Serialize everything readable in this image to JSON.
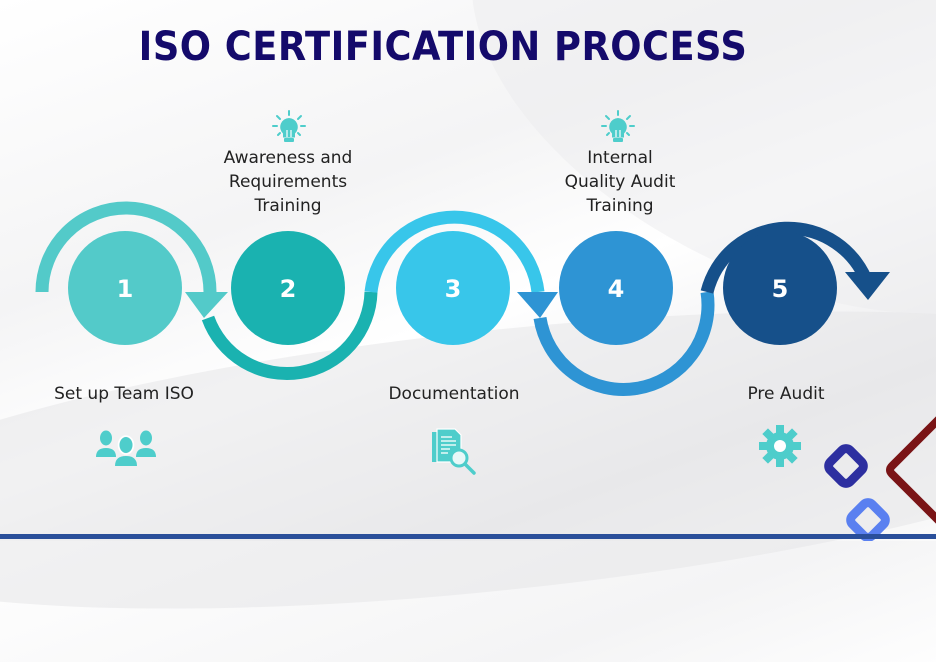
{
  "title": "ISO CERTIFICATION PROCESS",
  "steps": [
    {
      "number": "1",
      "label": "Set up Team ISO",
      "label_position": "bottom",
      "icon": "team-icon",
      "color": "#53cac9"
    },
    {
      "number": "2",
      "label": "Awareness and Requirements Training",
      "label_lines": [
        "Awareness and",
        "Requirements",
        "Training"
      ],
      "label_position": "top",
      "icon": "lightbulb-icon",
      "color": "#1ab2b0"
    },
    {
      "number": "3",
      "label": "Documentation",
      "label_position": "bottom",
      "icon": "document-search-icon",
      "color": "#38c6ea"
    },
    {
      "number": "4",
      "label": "Internal Quality Audit Training",
      "label_lines": [
        "Internal",
        "Quality Audit",
        "Training"
      ],
      "label_position": "top",
      "icon": "lightbulb-icon",
      "color": "#2e94d4"
    },
    {
      "number": "5",
      "label": "Pre Audit",
      "label_position": "bottom",
      "icon": "gear-icon",
      "color": "#16508a"
    }
  ],
  "colors": {
    "title": "#140a6b",
    "icon": "#4ecdcb",
    "decor_navy": "#2d2fa0",
    "decor_blue": "#5a80f0",
    "decor_maroon": "#7a1416",
    "bottom_bar": "#2a4f9a"
  }
}
